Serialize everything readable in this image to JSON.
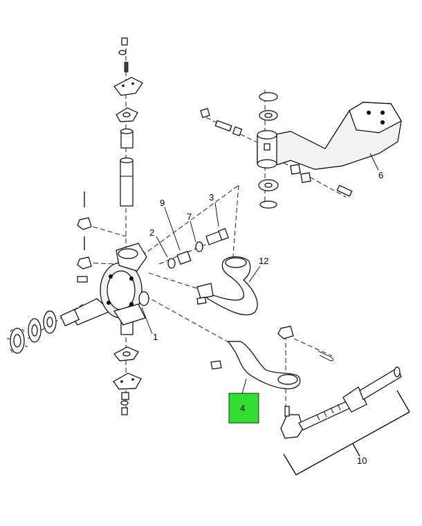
{
  "callouts": {
    "c1": "1",
    "c2": "2",
    "c3": "3",
    "c4": "4",
    "c6": "6",
    "c7": "7",
    "c9": "9",
    "c10": "10",
    "c12": "12"
  },
  "highlight": {
    "color": "#33dd33",
    "callout": "4"
  }
}
